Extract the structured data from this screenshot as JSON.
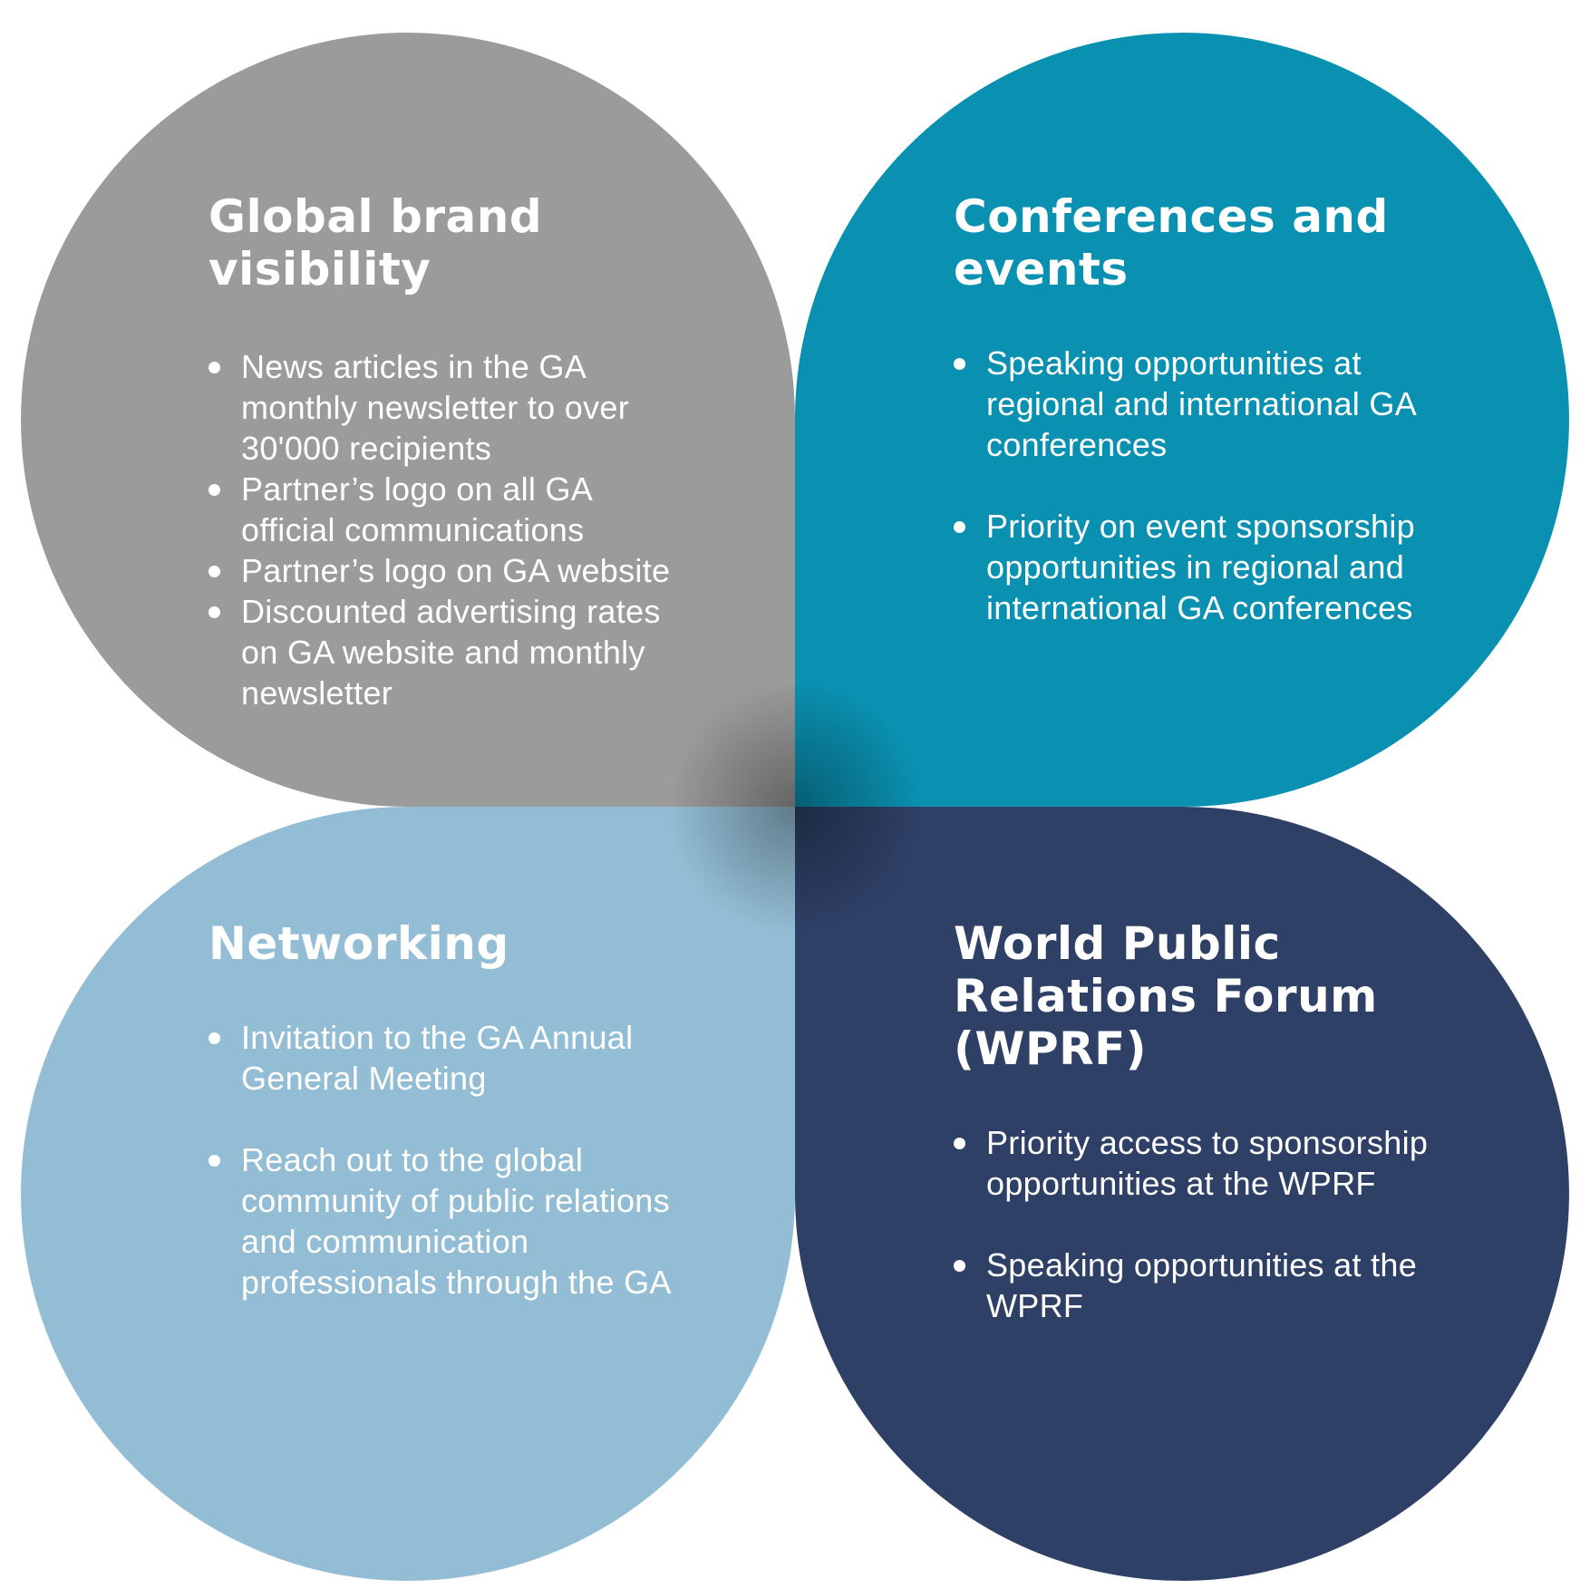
{
  "colors": {
    "gray": "#9b9b9b",
    "teal": "#0a91b1",
    "light_blue": "#93bdd4",
    "navy": "#2e4066",
    "text": "#ffffff"
  },
  "petals": {
    "brand": {
      "title_lines": [
        "Global brand",
        "visibility"
      ],
      "items": [
        "News articles in the GA monthly newsletter to over 30'000 recipients",
        "Partner’s logo on all GA official communications",
        "Partner’s logo on GA website",
        "Discounted advertising rates on GA website and monthly newsletter"
      ]
    },
    "conferences": {
      "title_lines": [
        "Conferences and",
        "events"
      ],
      "items": [
        "Speaking opportunities at regional and international GA conferences",
        "Priority on event sponsorship opportunities in regional and international GA conferences"
      ]
    },
    "networking": {
      "title_lines": [
        "Networking"
      ],
      "items": [
        "Invitation to the GA Annual General Meeting",
        "Reach out to the global community of public relations and communication professionals through the GA"
      ]
    },
    "wprf": {
      "title_lines": [
        "World Public",
        "Relations Forum",
        "(WPRF)"
      ],
      "items": [
        "Priority access to sponsorship opportunities at the WPRF",
        "Speaking opportunities at the WPRF"
      ]
    }
  }
}
